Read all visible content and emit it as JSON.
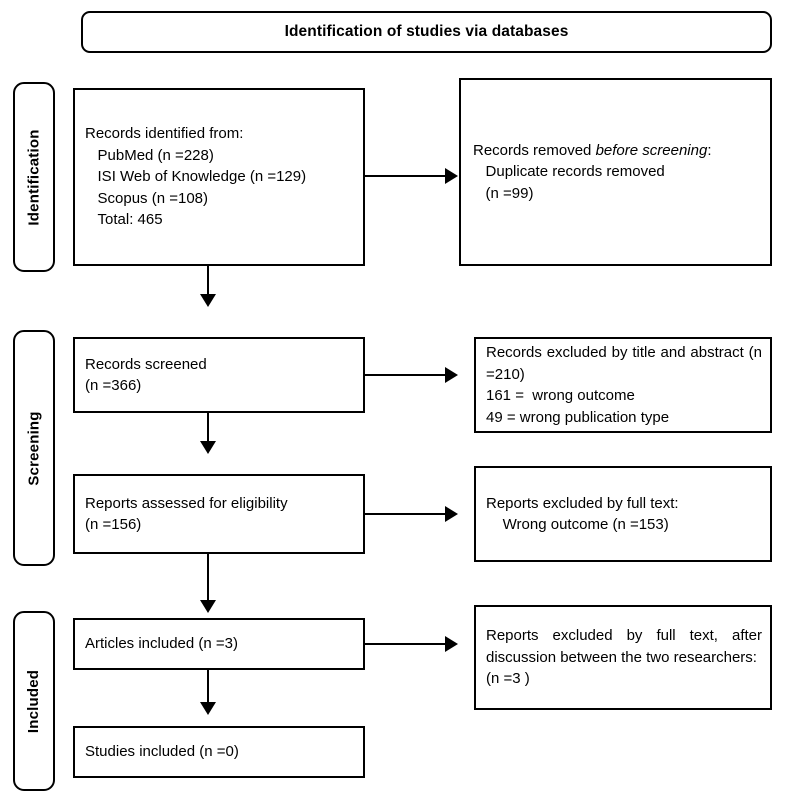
{
  "banner": {
    "title": "Identification of studies via databases"
  },
  "stages": [
    {
      "id": "identification",
      "label": "Identification"
    },
    {
      "id": "screening",
      "label": "Screening"
    },
    {
      "id": "included",
      "label": "Included"
    }
  ],
  "boxes": {
    "records_identified": {
      "line1": "Records identified from:",
      "line2": "   PubMed (n =228)",
      "line3": "   ISI Web of Knowledge (n =129)",
      "line4": "   Scopus (n =108)",
      "line5": "   Total: 465"
    },
    "records_removed": {
      "line1_a": "Records removed ",
      "line1_b": "before screening",
      "line1_c": ":",
      "line2": "   Duplicate records removed",
      "line3": "   (n =99)"
    },
    "records_screened": {
      "line1": "Records screened",
      "line2": "(n =366)"
    },
    "records_excluded": {
      "line1": "Records excluded by title and abstract (n =210)",
      "line2": "161 =  wrong outcome",
      "line3": "49 = wrong publication type"
    },
    "reports_assessed": {
      "line1": "Reports assessed for eligibility",
      "line2": "(n =156)"
    },
    "reports_excluded_fulltext": {
      "line1": "Reports excluded by full text:",
      "line2": "    Wrong outcome (n =153)"
    },
    "articles_included": {
      "line1": "Articles included (n =3)"
    },
    "reports_excluded_discussion": {
      "line1": "Reports excluded by full text, after discussion between the two researchers:",
      "line2": "(n =3 )"
    },
    "studies_included": {
      "line1": "Studies included (n =0)"
    }
  },
  "colors": {
    "stroke": "#000000",
    "background": "#ffffff",
    "text": "#000000"
  }
}
